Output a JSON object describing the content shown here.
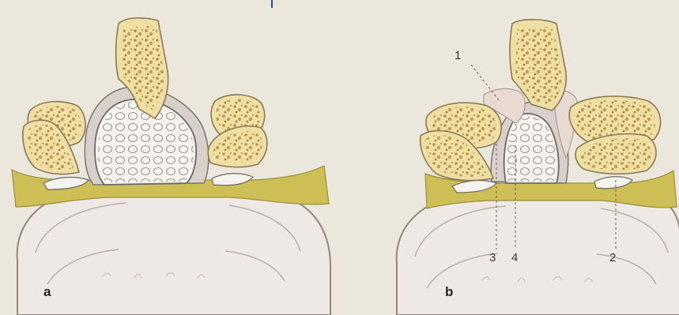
{
  "figure": {
    "panels": [
      {
        "id": "a",
        "letter": "a"
      },
      {
        "id": "b",
        "letter": "b"
      }
    ],
    "callouts": [
      {
        "id": "c1",
        "text": "1"
      },
      {
        "id": "c2",
        "text": "2"
      },
      {
        "id": "c3",
        "text": "3"
      },
      {
        "id": "c4",
        "text": "4"
      }
    ]
  },
  "colors": {
    "background": "#ece7dc",
    "bone": "#f0dfa4",
    "bone_outline": "#8a7a56",
    "bone_speckle": "#a47a2c",
    "ligament": "#cdbf55",
    "disc_fill": "#f5f3ee",
    "disc_outline": "#7c7470",
    "canal": "#d9d0cb",
    "soft_tissue": "#c4a97e",
    "annulus": "#efe9e5"
  }
}
